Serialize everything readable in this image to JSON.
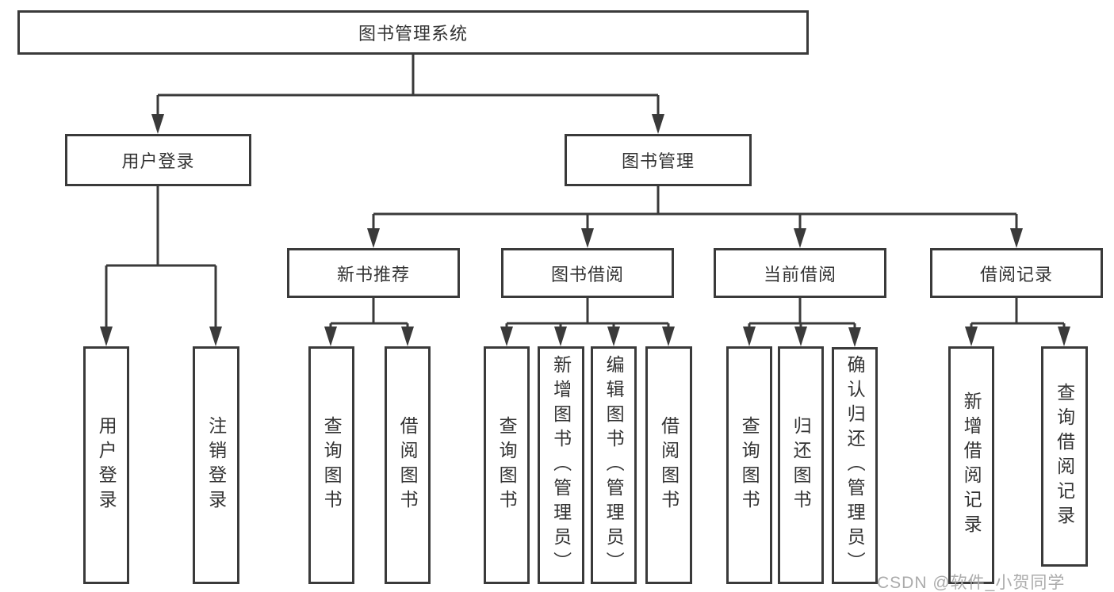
{
  "diagram_title": "图书管理系统",
  "tree": {
    "label": "图书管理系统",
    "children": [
      {
        "label": "用户登录",
        "children": [
          {
            "label": "用户登录"
          },
          {
            "label": "注销登录"
          }
        ]
      },
      {
        "label": "图书管理",
        "children": [
          {
            "label": "新书推荐",
            "children": [
              {
                "label": "查询图书"
              },
              {
                "label": "借阅图书"
              }
            ]
          },
          {
            "label": "图书借阅",
            "children": [
              {
                "label": "查询图书"
              },
              {
                "label": "新增图书（管理员）"
              },
              {
                "label": "编辑图书（管理员）"
              },
              {
                "label": "借阅图书"
              }
            ]
          },
          {
            "label": "当前借阅",
            "children": [
              {
                "label": "查询图书"
              },
              {
                "label": "归还图书"
              },
              {
                "label": "确认归还（管理员）"
              }
            ]
          },
          {
            "label": "借阅记录",
            "children": [
              {
                "label": "新增借阅记录"
              },
              {
                "label": "查询借阅记录"
              }
            ]
          }
        ]
      }
    ]
  },
  "watermark": {
    "text": "CSDN @软件_小贺同学"
  },
  "colors": {
    "line": "#3a3a3a",
    "box_border": "#3a3a3a",
    "text": "#333333",
    "background": "#ffffff",
    "watermark": "#ababab"
  }
}
